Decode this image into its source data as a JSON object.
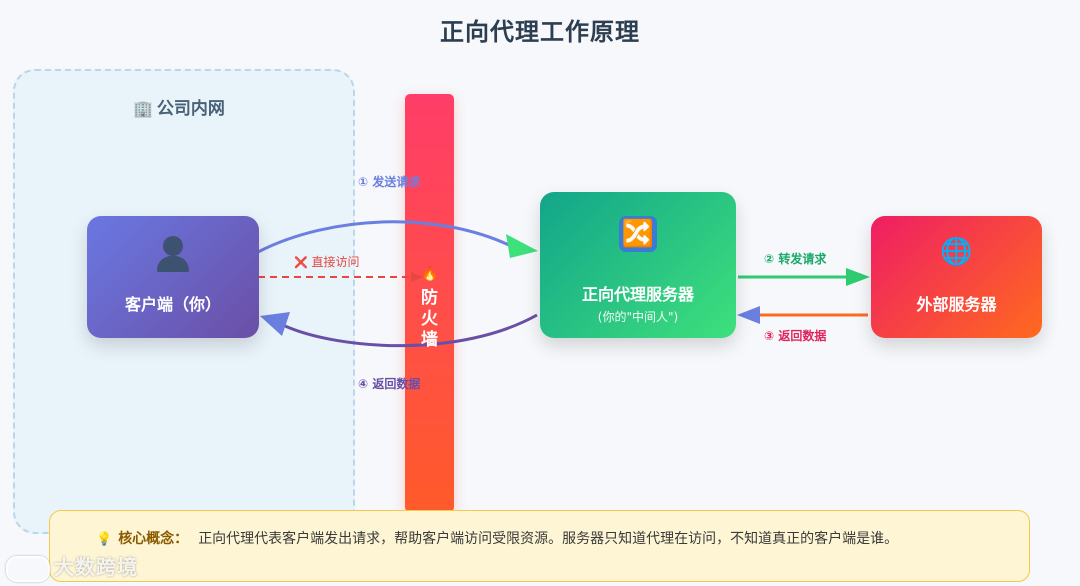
{
  "title": "正向代理工作原理",
  "intranet": {
    "icon": "office-building-icon",
    "icon_glyph": "🏢",
    "label": "公司内网"
  },
  "firewall": {
    "label_line1": "防",
    "label_line2": "火",
    "label_line3": "墙",
    "icon": "fire-icon",
    "icon_glyph": "🔥"
  },
  "client": {
    "icon": "person-icon",
    "label": "客户端（你）"
  },
  "proxy": {
    "icon": "shuffle-icon",
    "icon_glyph": "🔀",
    "label": "正向代理服务器",
    "sublabel": "(你的\"中间人\")"
  },
  "external": {
    "icon": "globe-icon",
    "icon_glyph": "🌐",
    "label": "外部服务器"
  },
  "arrows": {
    "step1": "① 发送请求",
    "direct": "直接访问",
    "direct_icon": "❌",
    "step2": "② 转发请求",
    "step3": "③ 返回数据",
    "step4": "④ 返回数据"
  },
  "concept": {
    "icon": "lightbulb-icon",
    "icon_glyph": "💡",
    "key": "核心概念：",
    "text": "正向代理代表客户端发出请求，帮助客户端访问受限资源。服务器只知道代理在访问，不知道真正的客户端是谁。"
  },
  "watermark": "大数跨境",
  "colors": {
    "step1": "#6a7fe0",
    "direct": "#e8473f",
    "step2": "#2ecc71",
    "step3": "#ff6a1f",
    "step4": "#6a4fa6",
    "firewall": "#ff4a4f"
  }
}
